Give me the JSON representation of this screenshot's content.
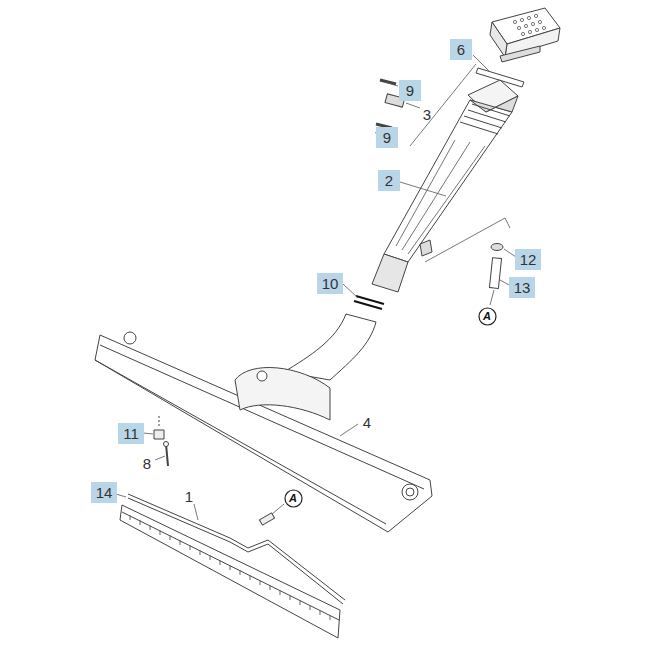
{
  "diagram": {
    "nodes": [
      {
        "text": [
          "6"
        ]
      },
      {
        "text": [
          "9"
        ]
      },
      {
        "text": [
          "9"
        ]
      },
      {
        "text": [
          "2"
        ]
      },
      {
        "text": [
          "12"
        ]
      },
      {
        "text": [
          "13"
        ]
      },
      {
        "text": [
          "A"
        ]
      },
      {
        "text": [
          "10"
        ]
      },
      {
        "text": [
          "11"
        ]
      },
      {
        "text": [
          "14"
        ]
      },
      {
        "text": [
          "A"
        ]
      }
    ],
    "labels": [
      "3",
      "4",
      "8",
      "1"
    ]
  }
}
